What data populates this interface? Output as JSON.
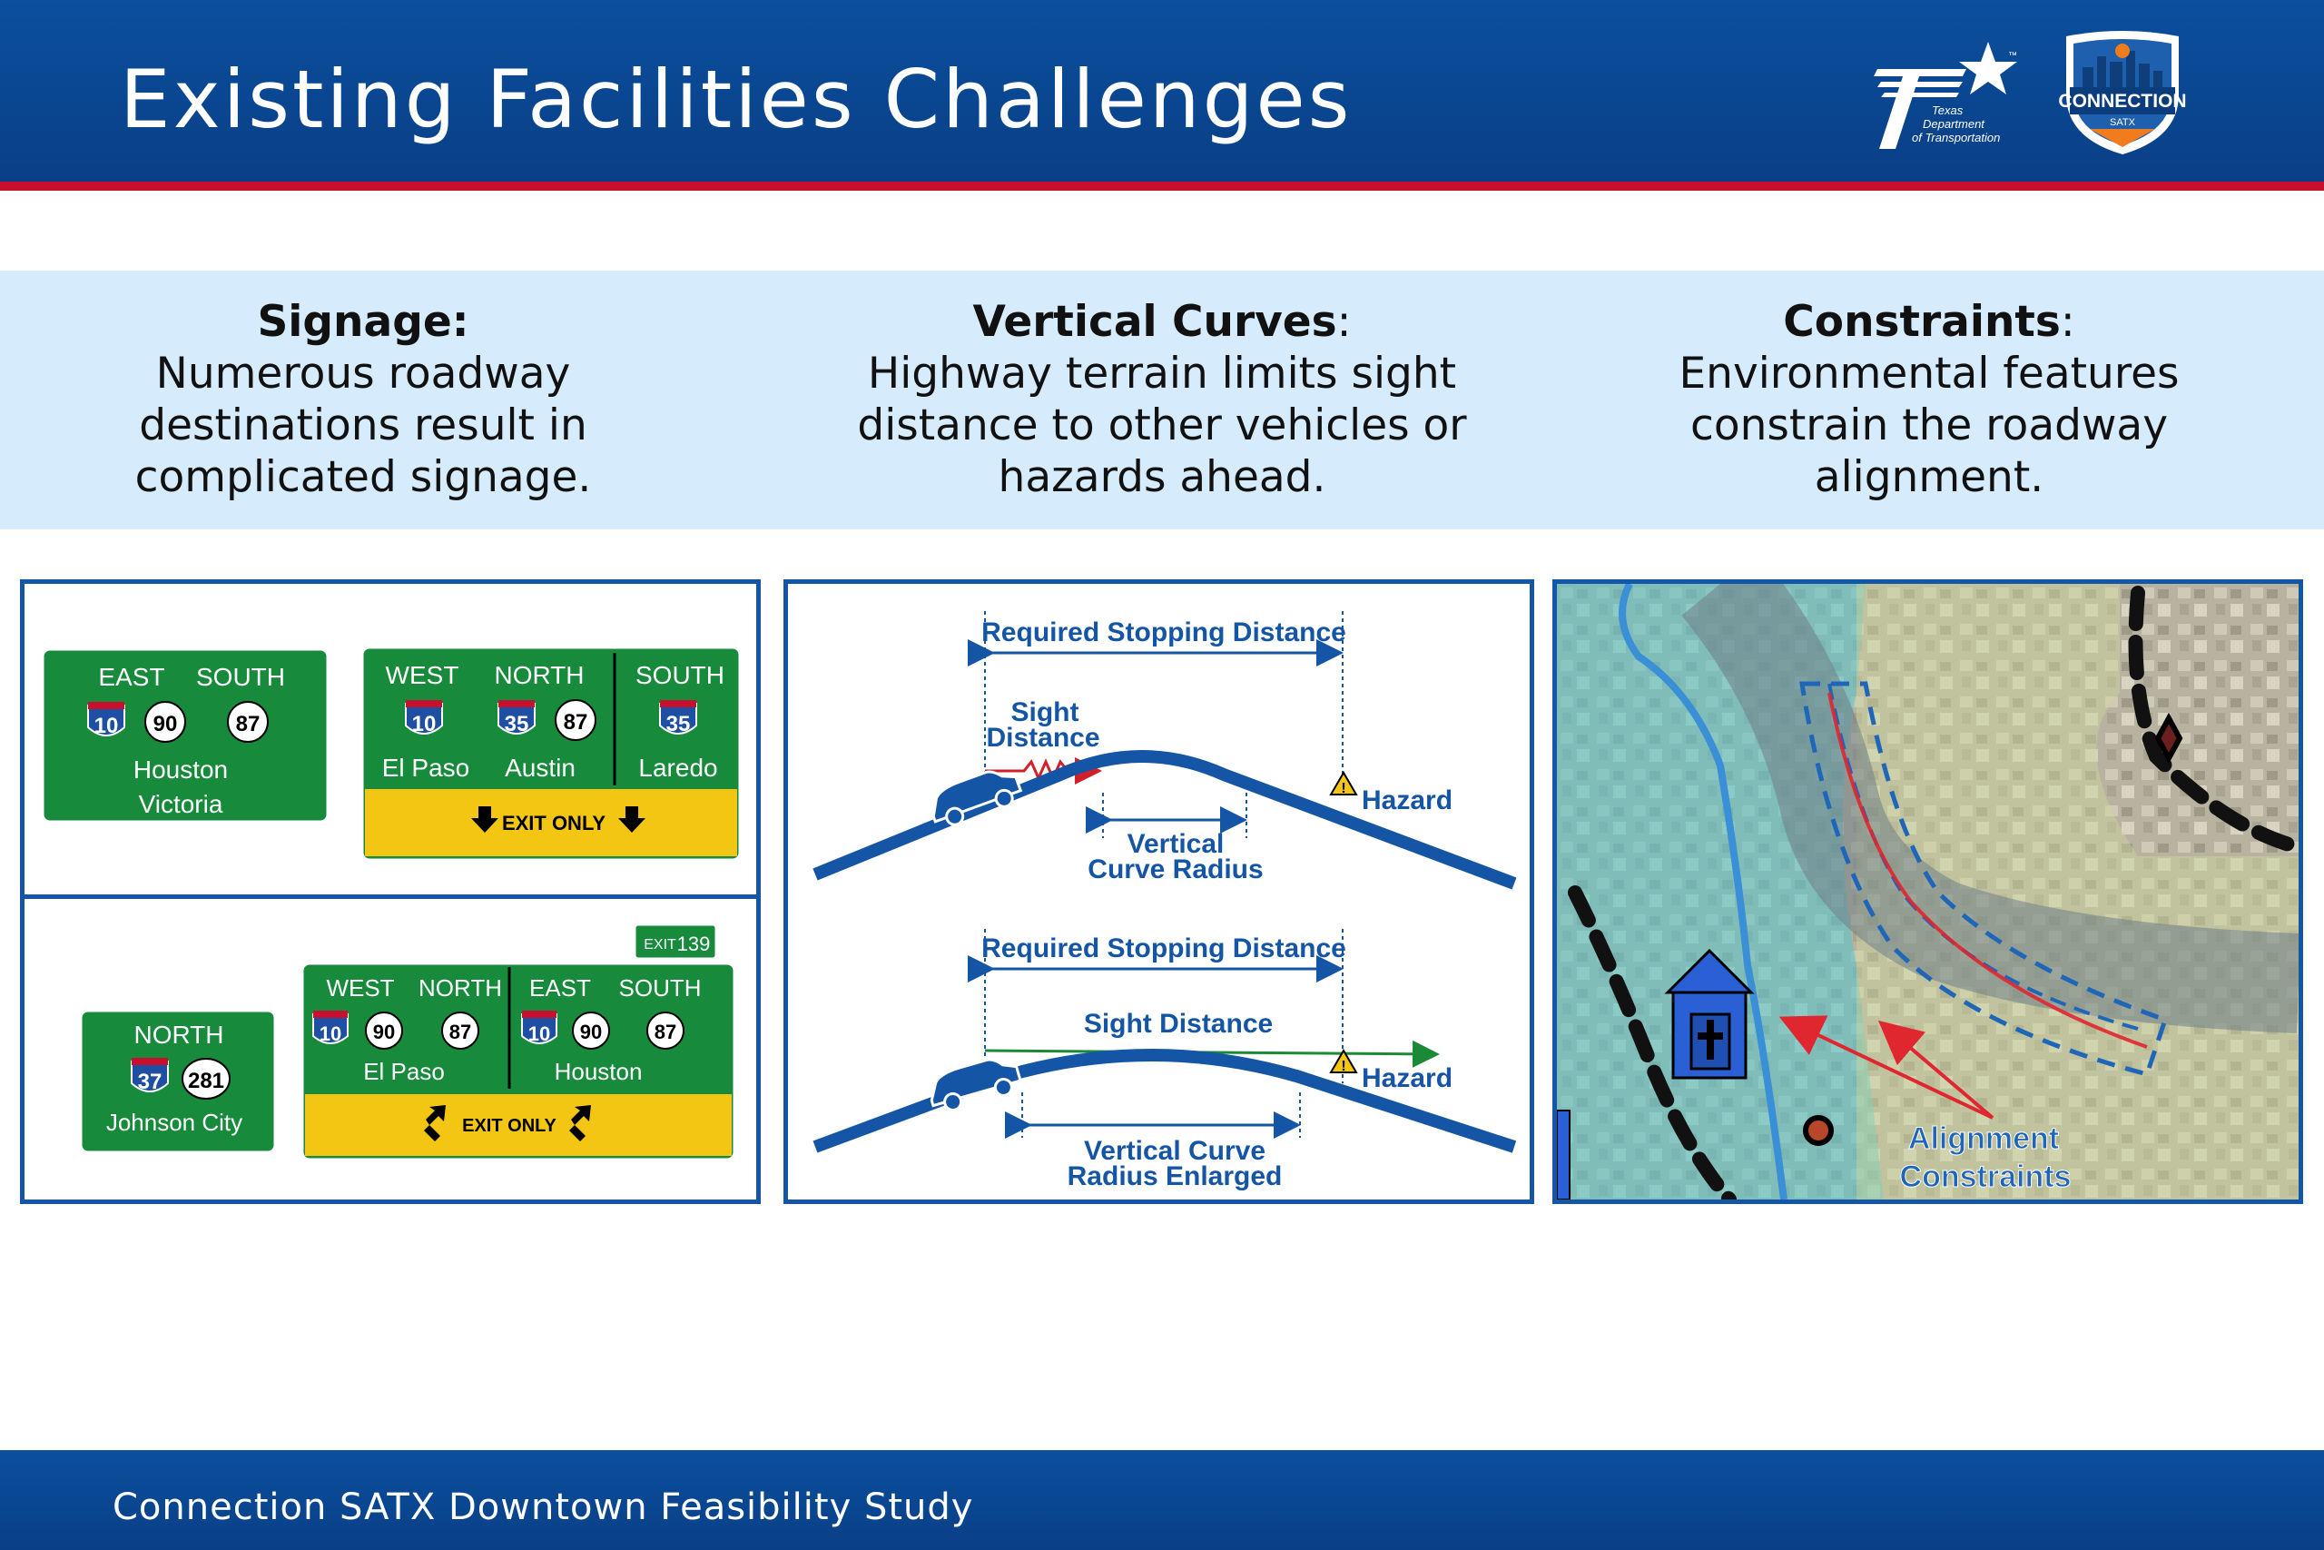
{
  "header": {
    "title": "Existing Facilities Challenges"
  },
  "logos": {
    "txdot_line1": "Texas",
    "txdot_line2": "Department",
    "txdot_line3": "of Transportation",
    "txdot_tm": "™",
    "csatx_name": "CONNECTION",
    "csatx_sub": "SATX"
  },
  "challenges": [
    {
      "heading": "Signage:",
      "suffix": "",
      "body_lines": [
        "Numerous roadway",
        "destinations result in",
        "complicated signage."
      ]
    },
    {
      "heading": "Vertical Curves",
      "suffix": ":",
      "body_lines": [
        "Highway terrain limits sight",
        "distance to other vehicles or",
        "hazards ahead."
      ]
    },
    {
      "heading": "Constraints",
      "suffix": ":",
      "body_lines": [
        "Environmental features",
        "constrain the roadway",
        "alignment."
      ]
    }
  ],
  "signage": {
    "sign_a": {
      "dir1": "EAST",
      "dir2": "SOUTH",
      "shields": [
        "10",
        "90",
        "87"
      ],
      "line1": "Houston",
      "line2": "Victoria"
    },
    "sign_b": {
      "left": {
        "dir1": "WEST",
        "dir2": "NORTH",
        "shields": [
          "10",
          "35",
          "87"
        ],
        "city1": "El Paso",
        "city2": "Austin"
      },
      "right": {
        "dir": "SOUTH",
        "shield": "35",
        "city": "Laredo"
      },
      "exit_only": "EXIT ONLY"
    },
    "sign_c": {
      "dir": "NORTH",
      "shields": [
        "37",
        "281"
      ],
      "city": "Johnson City"
    },
    "sign_d": {
      "exit_tab_label": "EXIT",
      "exit_tab_number": "139",
      "left": {
        "dir1": "WEST",
        "dir2": "NORTH",
        "shields": [
          "10",
          "90",
          "87"
        ],
        "city": "El Paso"
      },
      "right": {
        "dir1": "EAST",
        "dir2": "SOUTH",
        "shields": [
          "10",
          "90",
          "87"
        ],
        "city": "Houston"
      },
      "exit_only": "EXIT ONLY"
    }
  },
  "vertical_curves": {
    "top": {
      "required_label": "Required Stopping Distance",
      "sight_line1": "Sight",
      "sight_line2": "Distance",
      "hazard": "Hazard",
      "curve_line1": "Vertical",
      "curve_line2": "Curve Radius"
    },
    "bottom": {
      "required_label": "Required Stopping Distance",
      "sight_label": "Sight Distance",
      "hazard": "Hazard",
      "curve_line1": "Vertical Curve",
      "curve_line2": "Radius Enlarged"
    }
  },
  "constraints_map": {
    "label_line1": "Alignment",
    "label_line2": "Constraints"
  },
  "footer": {
    "text": "Connection SATX Downtown Feasibility Study"
  },
  "colors": {
    "header_blue": "#0a3f86",
    "accent_red": "#c8102e",
    "band_blue": "#d6ebfb",
    "sign_green": "#178a3c",
    "exit_yellow": "#f3c614",
    "diagram_blue": "#1555a5",
    "sight_green": "#1a8a36"
  }
}
